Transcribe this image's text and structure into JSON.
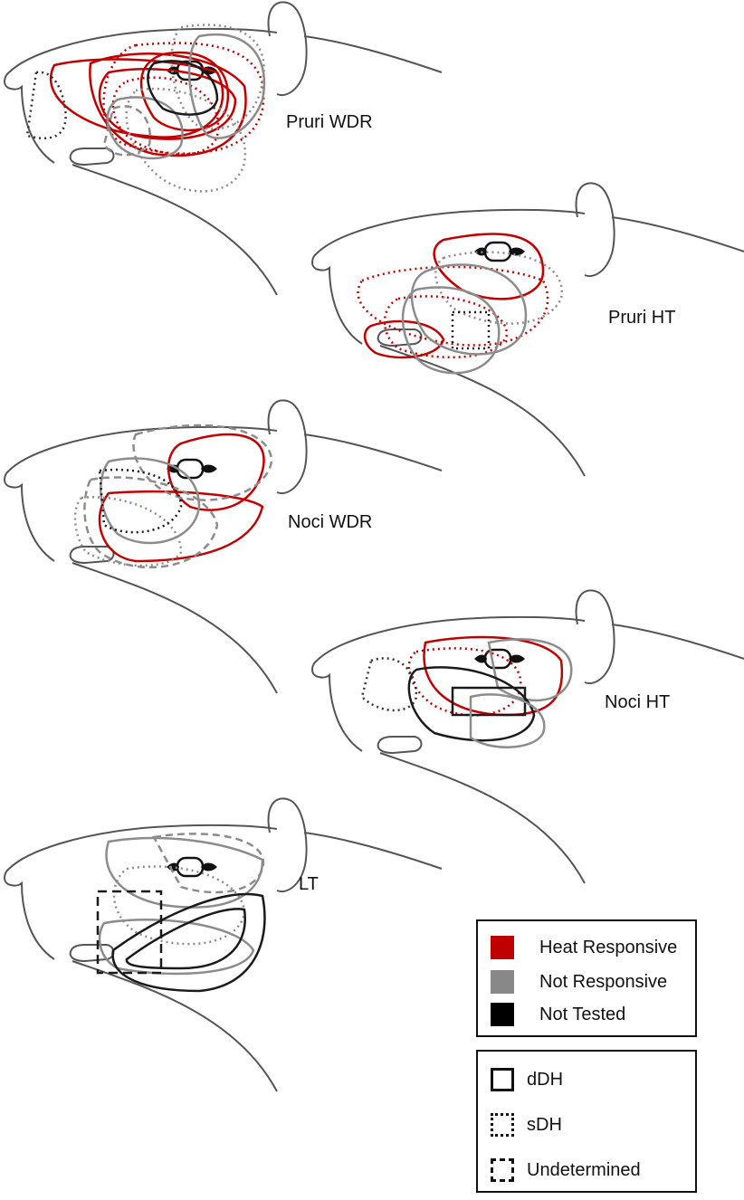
{
  "panels": [
    {
      "id": "pruri-wdr",
      "label": "Pruri WDR"
    },
    {
      "id": "pruri-ht",
      "label": "Pruri HT"
    },
    {
      "id": "noci-wdr",
      "label": "Noci WDR"
    },
    {
      "id": "noci-ht",
      "label": "Noci HT"
    },
    {
      "id": "lt",
      "label": "LT"
    }
  ],
  "legend_color": {
    "items": [
      {
        "label": "Heat Responsive",
        "color": "#c00000"
      },
      {
        "label": "Not Responsive",
        "color": "#888888"
      },
      {
        "label": "Not Tested",
        "color": "#000000"
      }
    ]
  },
  "legend_line": {
    "items": [
      {
        "label": "dDH",
        "style": "solid"
      },
      {
        "label": "sDH",
        "style": "dotted"
      },
      {
        "label": "Undetermined",
        "style": "dashed"
      }
    ]
  },
  "colors": {
    "heat": "#c00000",
    "not_responsive": "#8c8c8c",
    "not_tested": "#1a1a1a",
    "outline": "#555555"
  }
}
